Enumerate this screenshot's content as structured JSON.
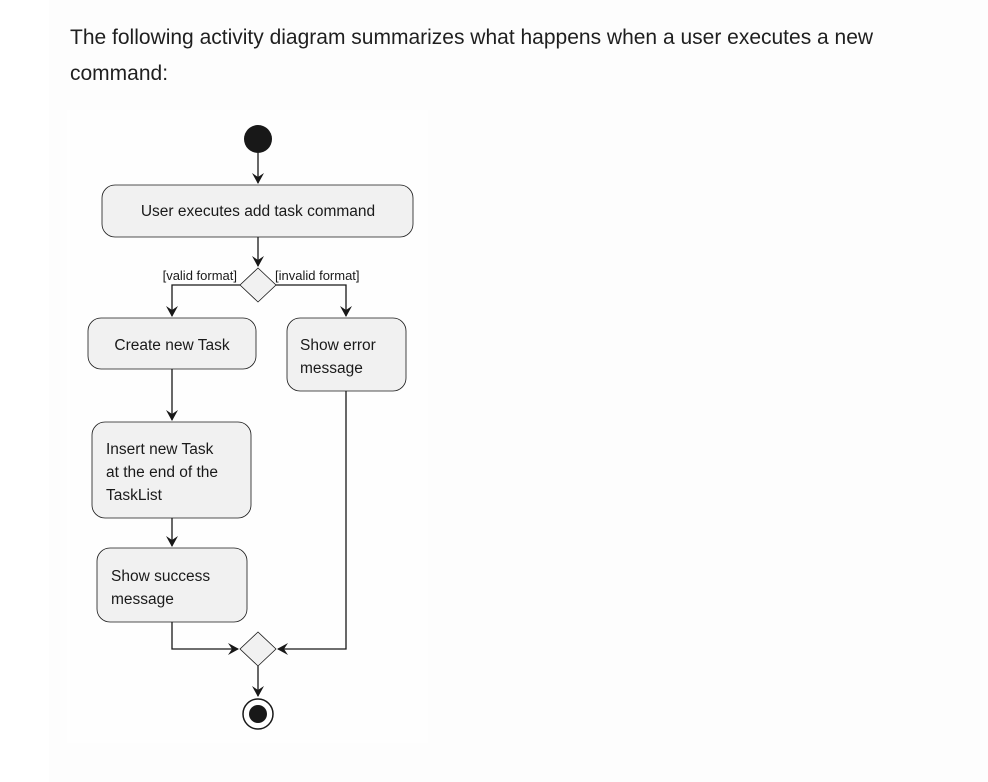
{
  "intro_text": "The following activity diagram summarizes what happens when a user executes a new command:",
  "diagram": {
    "nodes": {
      "user_executes": "User executes add task command",
      "create_task": "Create new Task",
      "show_error_line1": "Show error",
      "show_error_line2": "message",
      "insert_task_line1": "Insert new Task",
      "insert_task_line2": "at the end of the",
      "insert_task_line3": "TaskList",
      "show_success_line1": "Show success",
      "show_success_line2": "message"
    },
    "guards": {
      "valid": "[valid format]",
      "invalid": "[invalid format]"
    },
    "colors": {
      "node_fill": "#f1f1f1",
      "node_stroke": "#181818",
      "line": "#181818"
    }
  }
}
